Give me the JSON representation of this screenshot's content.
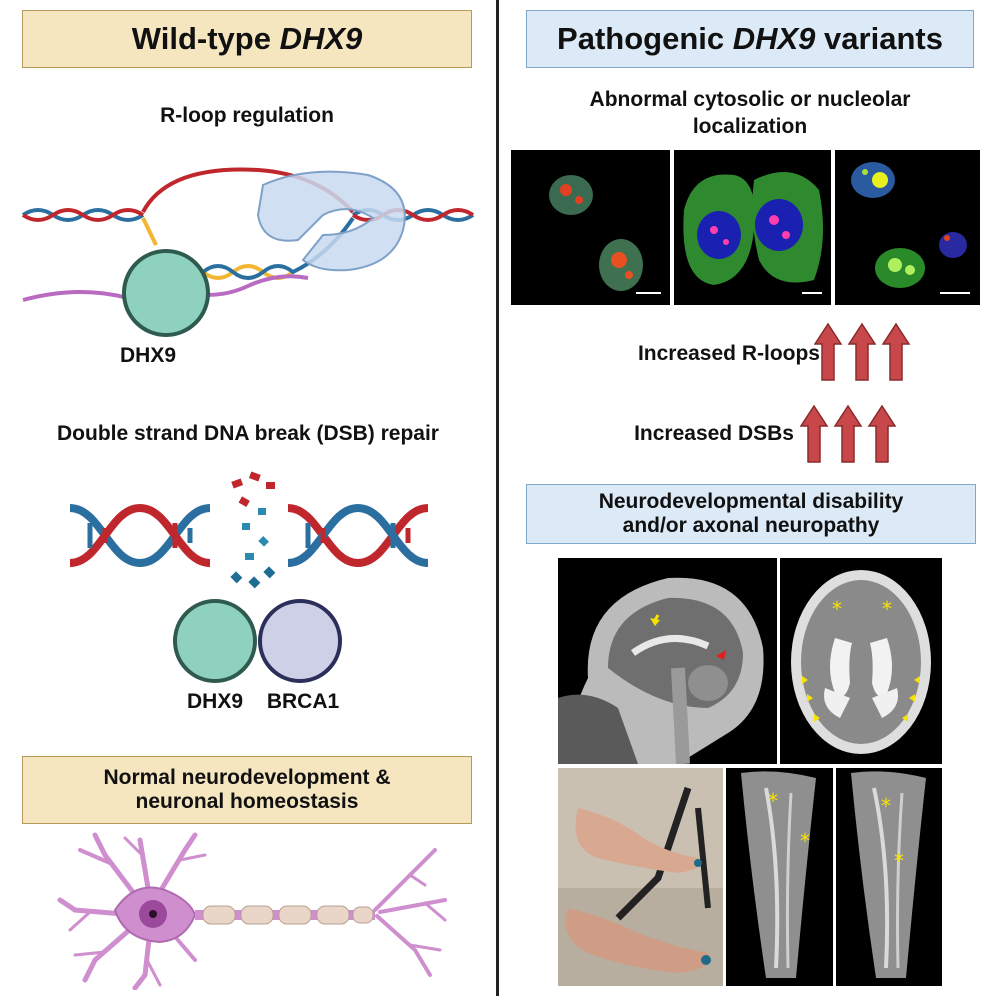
{
  "left": {
    "header": {
      "prefix": "Wild-type ",
      "gene": "DHX9"
    },
    "rloop_title": "R-loop regulation",
    "dhx9_label": "DHX9",
    "dsb_title": "Double strand DNA break (DSB) repair",
    "dsb_dhx9_label": "DHX9",
    "brca1_label": "BRCA1",
    "neuro_box": {
      "line1": "Normal neurodevelopment &",
      "line2": "neuronal homeostasis"
    }
  },
  "right": {
    "header": {
      "prefix": "Pathogenic ",
      "gene": "DHX9",
      "suffix": " variants"
    },
    "localization_title": {
      "line1": "Abnormal cytosolic or nucleolar",
      "line2": "localization"
    },
    "increased_rloops": "Increased R-loops",
    "increased_dsbs": "Increased DSBs",
    "disability_box": {
      "line1": "Neurodevelopmental disability",
      "line2": "and/or axonal neuropathy"
    }
  },
  "colors": {
    "dna_red": "#c0272d",
    "dna_blue": "#2a6fa0",
    "dhx9_teal": "#8fd1bf",
    "brca1_lavender": "#cdd0e6",
    "neuron_pink": "#cf8fcf",
    "arrow_red": "#c8474a",
    "marker_yellow": "#f5e400"
  }
}
